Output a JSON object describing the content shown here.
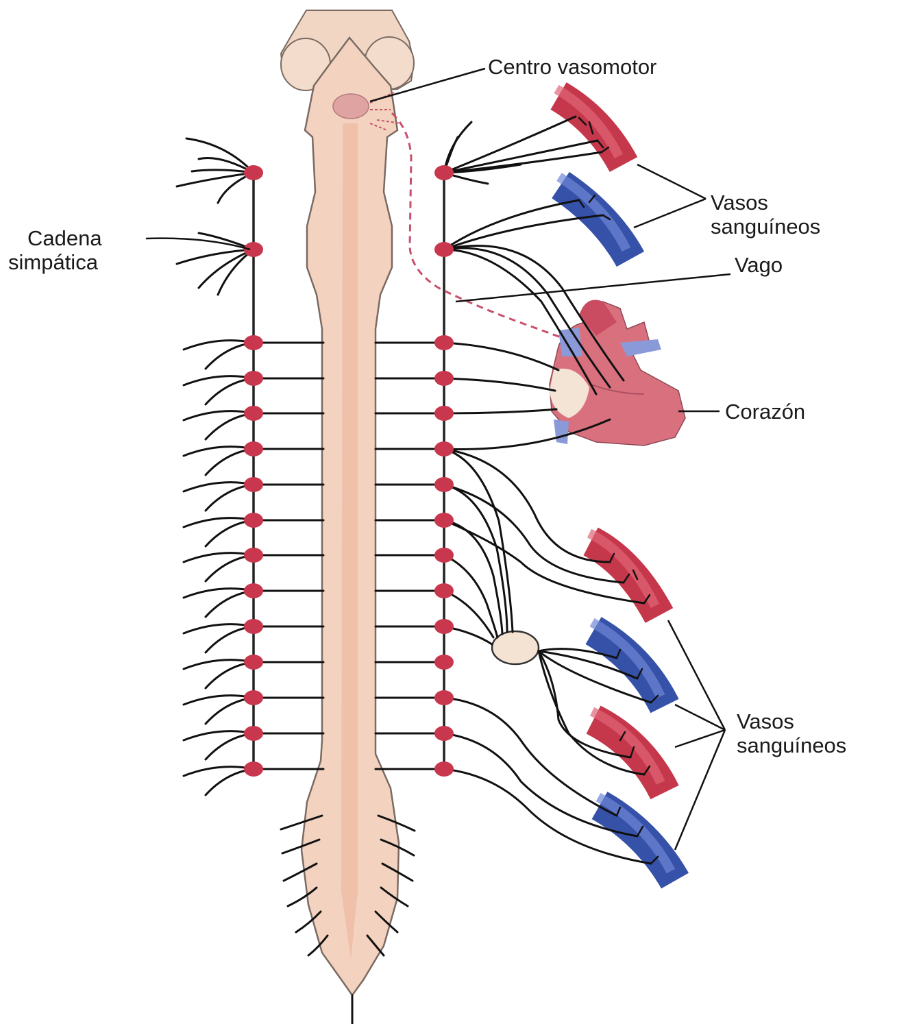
{
  "diagram": {
    "labels": {
      "vasomotor_center": "Centro vasomotor",
      "sympathetic_chain_line1": "Cadena",
      "sympathetic_chain_line2": "simpática",
      "blood_vessels_upper_line1": "Vasos",
      "blood_vessels_upper_line2": "sanguíneos",
      "vagus": "Vago",
      "heart": "Corazón",
      "blood_vessels_lower_line1": "Vasos",
      "blood_vessels_lower_line2": "sanguíneos"
    },
    "colors": {
      "spinal_cord": "#f3d3c0",
      "ganglion": "#c8374d",
      "artery": "#c5384c",
      "vein": "#3652a8",
      "vagus_dashed": "#c8506a"
    }
  }
}
